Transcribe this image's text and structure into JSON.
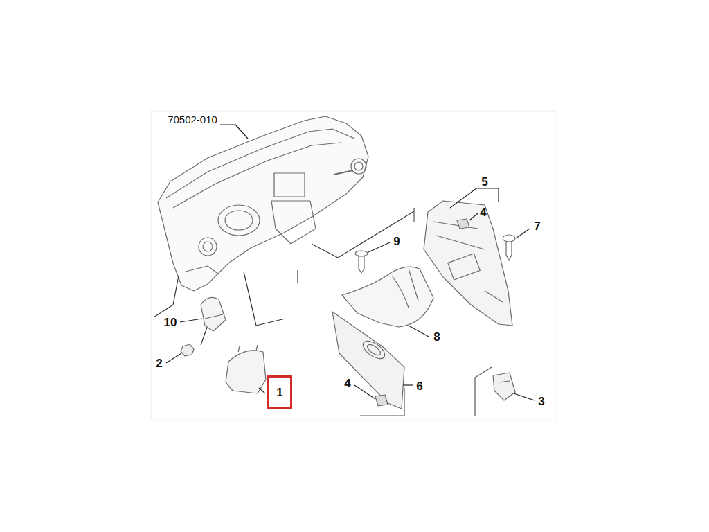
{
  "diagram": {
    "nodes": [
      {
        "text": [
          "1"
        ]
      }
    ],
    "labels": [
      "70502-010",
      "5",
      "4",
      "7",
      "9",
      "10",
      "8",
      "2",
      "4",
      "6",
      "3"
    ]
  }
}
